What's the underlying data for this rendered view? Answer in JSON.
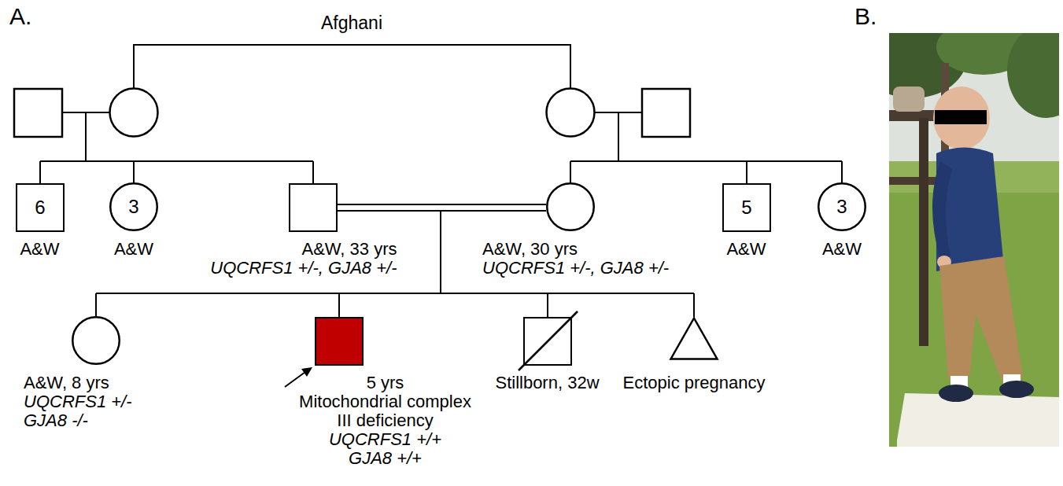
{
  "diagram": {
    "nodes": [
      {
        "text": [
          "6",
          "A&W"
        ]
      },
      {
        "text": [
          "3",
          "A&W"
        ]
      },
      {
        "text": [
          "A&W, 33 yrs",
          "UQCRFS1 +/-, GJA8 +/-"
        ]
      },
      {
        "text": [
          "A&W, 30 yrs",
          "UQCRFS1 +/-, GJA8 +/-"
        ]
      },
      {
        "text": [
          "5",
          "A&W"
        ]
      },
      {
        "text": [
          "3",
          "A&W"
        ]
      },
      {
        "text": [
          "A&W, 8 yrs",
          "UQCRFS1 +/-",
          "GJA8 -/-"
        ]
      },
      {
        "text": [
          "5 yrs",
          "Mitochondrial complex III deficiency",
          "UQCRFS1 +/+",
          "GJA8 +/+"
        ]
      },
      {
        "text": [
          "Stillborn, 32w"
        ]
      },
      {
        "text": [
          "Ectopic pregnancy"
        ]
      }
    ],
    "edges": [
      {
        "from": 2,
        "to": 3,
        "arrow": "none"
      }
    ],
    "labels": [
      "A.",
      "Afghani",
      "B."
    ]
  }
}
